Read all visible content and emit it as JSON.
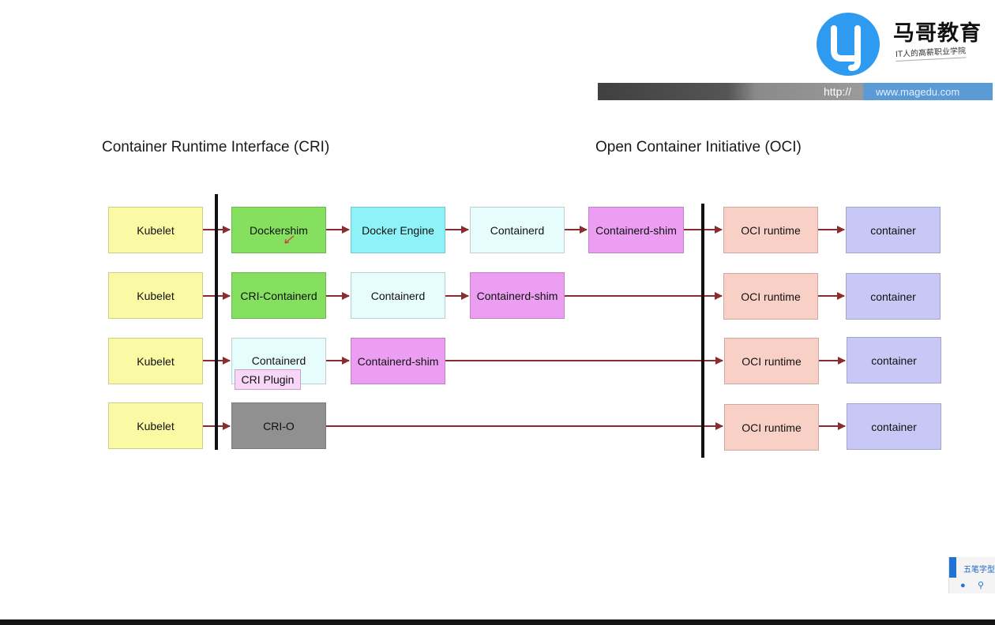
{
  "brand": {
    "logo_icon": "magedu-logo-icon",
    "name": "马哥教育",
    "slogan": "IT人的高薪职业学院",
    "url_prefix": "http://",
    "url_site": "www.magedu.com",
    "colors": {
      "logo": "#2f9bf0",
      "url_bar_site": "#5b9bd5"
    }
  },
  "headings": {
    "cri": "Container Runtime Interface (CRI)",
    "oci": "Open Container Initiative (OCI)"
  },
  "diagram": {
    "rows": [
      {
        "nodes": [
          "Kubelet",
          "Dockershim",
          "Docker Engine",
          "Containerd",
          "Containerd-shim",
          "OCI runtime",
          "container"
        ]
      },
      {
        "nodes": [
          "Kubelet",
          "CRI-Containerd",
          "Containerd",
          "Containerd-shim",
          "OCI runtime",
          "container"
        ]
      },
      {
        "nodes": [
          "Kubelet",
          "Containerd",
          "Containerd-shim",
          "OCI runtime",
          "container"
        ],
        "plugin": "CRI Plugin"
      },
      {
        "nodes": [
          "Kubelet",
          "CRI-O",
          "OCI runtime",
          "container"
        ]
      }
    ],
    "colors": {
      "kubelet": "#fbfaa4",
      "shim_adapter": "#84e05e",
      "docker_engine": "#8ef3f8",
      "containerd": "#e7fdfd",
      "containerd_shim": "#ec9ff2",
      "oci_runtime": "#f9d0c6",
      "container": "#c8c8f6",
      "cri_o": "#909090",
      "cri_plugin": "#f7d6f7",
      "arrow": "#8b2c2c"
    }
  },
  "ime": {
    "label": "五笔字型",
    "icons": [
      "ime-mic-icon",
      "ime-search-icon"
    ],
    "colors": {
      "accent": "#1d74d4"
    }
  }
}
